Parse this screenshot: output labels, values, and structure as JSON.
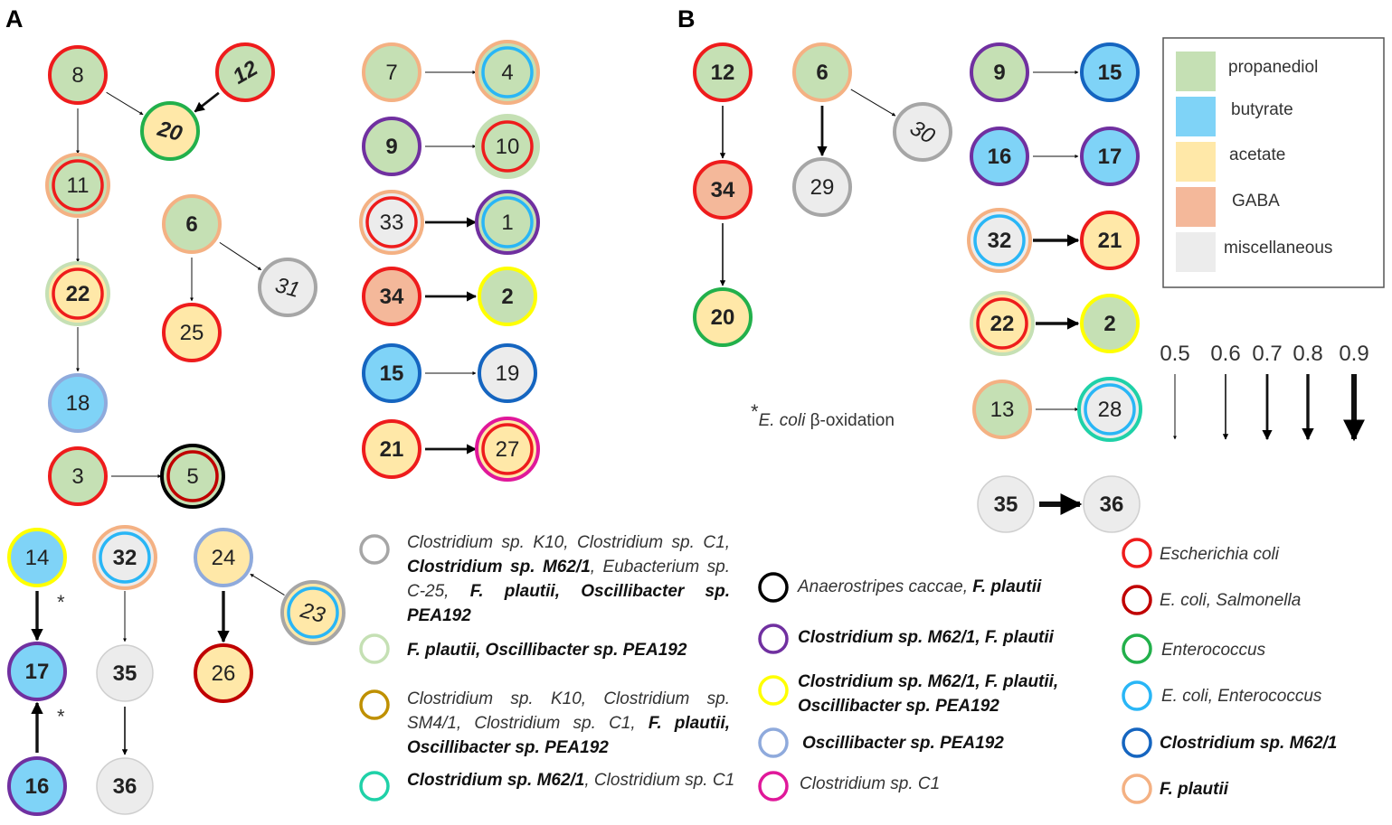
{
  "panels": [
    {
      "label": "A"
    },
    {
      "label": "B"
    }
  ],
  "colors": {
    "propanediol": "#c5e0b4",
    "butyrate": "#7fd3f7",
    "acetate": "#ffe8a8",
    "gaba": "#f4b89a",
    "misc": "#ececec",
    "ring_ecoli": "#ee1c1c",
    "ring_ecoli_salmonella": "#c00000",
    "ring_enterococcus": "#22b04b",
    "ring_ecoli_enterococcus": "#29b6f6",
    "ring_m62": "#1565c0",
    "ring_fplautii": "#f4b183",
    "ring_anaerostipes": "#000000",
    "ring_m62_fplautii": "#7030a0",
    "ring_m62_fplautii_pea": "#ffff00",
    "ring_pea": "#8faadc",
    "ring_c1": "#e0189a",
    "ring_k10_c1_m62": "#a6a6a6",
    "ring_fplautii_pea": "#c5e0b4",
    "ring_k10_sm4": "#bf9000",
    "ring_m62_c1": "#1fd1a8"
  },
  "legend_box": {
    "items": [
      {
        "label": "propanediol",
        "color": "#c5e0b4"
      },
      {
        "label": "butyrate",
        "color": "#7fd3f7"
      },
      {
        "label": "acetate",
        "color": "#ffe8a8"
      },
      {
        "label": "GABA",
        "color": "#f4b89a"
      },
      {
        "label": "miscellaneous",
        "color": "#ececec"
      }
    ]
  },
  "edge_weights": [
    {
      "label": "0.5",
      "value": 0.5
    },
    {
      "label": "0.6",
      "value": 0.6
    },
    {
      "label": "0.7",
      "value": 0.7
    },
    {
      "label": "0.8",
      "value": 0.8
    },
    {
      "label": "0.9",
      "value": 0.9
    }
  ],
  "footnote": {
    "star": "*",
    "species": "E. coli",
    "rest": " β-oxidation"
  },
  "nodes": [
    {
      "id": "a8",
      "label": "8",
      "fill": "propanediol",
      "rings": [
        "ring_ecoli"
      ]
    },
    {
      "id": "a12",
      "label": "12",
      "fill": "propanediol",
      "rings": [
        "ring_ecoli"
      ],
      "bold": true,
      "italic": true,
      "rotate": -30
    },
    {
      "id": "a20",
      "label": "20",
      "fill": "acetate",
      "rings": [
        "ring_enterococcus"
      ],
      "bold": true,
      "italic": true,
      "rotate": 15
    },
    {
      "id": "a11",
      "label": "11",
      "fill": "propanediol",
      "rings": [
        "ring_ecoli",
        "ring_fplautii"
      ]
    },
    {
      "id": "a22",
      "label": "22",
      "fill": "acetate",
      "rings": [
        "ring_ecoli",
        "ring_fplautii_pea"
      ],
      "bold": true
    },
    {
      "id": "a18",
      "label": "18",
      "fill": "butyrate",
      "rings": [
        "ring_pea"
      ]
    },
    {
      "id": "a3",
      "label": "3",
      "fill": "propanediol",
      "rings": [
        "ring_ecoli"
      ]
    },
    {
      "id": "a5",
      "label": "5",
      "fill": "propanediol",
      "rings": [
        "ring_ecoli_salmonella",
        "ring_anaerostipes"
      ]
    },
    {
      "id": "a6",
      "label": "6",
      "fill": "propanediol",
      "rings": [
        "ring_fplautii"
      ],
      "bold": true
    },
    {
      "id": "a31",
      "label": "31",
      "fill": "misc",
      "rings": [
        "ring_k10_c1_m62"
      ],
      "italic": true,
      "rotate": 15
    },
    {
      "id": "a25",
      "label": "25",
      "fill": "acetate",
      "rings": [
        "ring_ecoli"
      ]
    },
    {
      "id": "a7",
      "label": "7",
      "fill": "propanediol",
      "rings": [
        "ring_fplautii"
      ]
    },
    {
      "id": "a4",
      "label": "4",
      "fill": "propanediol",
      "rings": [
        "ring_ecoli_enterococcus",
        "ring_fplautii"
      ]
    },
    {
      "id": "a9",
      "label": "9",
      "fill": "propanediol",
      "rings": [
        "ring_m62_fplautii"
      ],
      "bold": true
    },
    {
      "id": "a10",
      "label": "10",
      "fill": "propanediol",
      "rings": [
        "ring_ecoli",
        "ring_fplautii_pea"
      ]
    },
    {
      "id": "a33",
      "label": "33",
      "fill": "misc",
      "rings": [
        "ring_ecoli",
        "ring_fplautii"
      ]
    },
    {
      "id": "a1",
      "label": "1",
      "fill": "propanediol",
      "rings": [
        "ring_ecoli_enterococcus",
        "ring_m62_fplautii"
      ]
    },
    {
      "id": "a34",
      "label": "34",
      "fill": "gaba",
      "rings": [
        "ring_ecoli"
      ],
      "bold": true
    },
    {
      "id": "a2",
      "label": "2",
      "fill": "propanediol",
      "rings": [
        "ring_m62_fplautii_pea"
      ],
      "bold": true
    },
    {
      "id": "a15",
      "label": "15",
      "fill": "butyrate",
      "rings": [
        "ring_m62"
      ],
      "bold": true
    },
    {
      "id": "a19",
      "label": "19",
      "fill": "misc",
      "rings": [
        "ring_m62"
      ]
    },
    {
      "id": "a21",
      "label": "21",
      "fill": "acetate",
      "rings": [
        "ring_ecoli"
      ],
      "bold": true
    },
    {
      "id": "a27",
      "label": "27",
      "fill": "acetate",
      "rings": [
        "ring_ecoli",
        "ring_c1"
      ]
    },
    {
      "id": "a14",
      "label": "14",
      "fill": "butyrate",
      "rings": [
        "ring_m62_fplautii_pea"
      ]
    },
    {
      "id": "a17",
      "label": "17",
      "fill": "butyrate",
      "rings": [
        "ring_m62_fplautii"
      ],
      "bold": true
    },
    {
      "id": "a16",
      "label": "16",
      "fill": "butyrate",
      "rings": [
        "ring_m62_fplautii"
      ],
      "bold": true
    },
    {
      "id": "a32",
      "label": "32",
      "fill": "misc",
      "rings": [
        "ring_ecoli_enterococcus",
        "ring_fplautii"
      ],
      "bold": true
    },
    {
      "id": "a35",
      "label": "35",
      "fill": "misc",
      "rings": [],
      "bold": true
    },
    {
      "id": "a36",
      "label": "36",
      "fill": "misc",
      "rings": [],
      "bold": true
    },
    {
      "id": "a24",
      "label": "24",
      "fill": "acetate",
      "rings": [
        "ring_pea"
      ]
    },
    {
      "id": "a23",
      "label": "23",
      "fill": "acetate",
      "rings": [
        "ring_ecoli_enterococcus",
        "ring_k10_c1_m62"
      ],
      "italic": true,
      "rotate": 15
    },
    {
      "id": "a26",
      "label": "26",
      "fill": "acetate",
      "rings": [
        "ring_ecoli_salmonella"
      ]
    },
    {
      "id": "b12",
      "label": "12",
      "fill": "propanediol",
      "rings": [
        "ring_ecoli"
      ],
      "bold": true
    },
    {
      "id": "b34",
      "label": "34",
      "fill": "gaba",
      "rings": [
        "ring_ecoli"
      ],
      "bold": true
    },
    {
      "id": "b20",
      "label": "20",
      "fill": "acetate",
      "rings": [
        "ring_enterococcus"
      ],
      "bold": true
    },
    {
      "id": "b6",
      "label": "6",
      "fill": "propanediol",
      "rings": [
        "ring_fplautii"
      ],
      "bold": true
    },
    {
      "id": "b30",
      "label": "30",
      "fill": "misc",
      "rings": [
        "ring_k10_c1_m62"
      ],
      "italic": true,
      "rotate": 30
    },
    {
      "id": "b29",
      "label": "29",
      "fill": "misc",
      "rings": [
        "ring_k10_c1_m62"
      ]
    },
    {
      "id": "b9",
      "label": "9",
      "fill": "propanediol",
      "rings": [
        "ring_m62_fplautii"
      ],
      "bold": true
    },
    {
      "id": "b15",
      "label": "15",
      "fill": "butyrate",
      "rings": [
        "ring_m62"
      ],
      "bold": true
    },
    {
      "id": "b16",
      "label": "16",
      "fill": "butyrate",
      "rings": [
        "ring_m62_fplautii"
      ],
      "bold": true
    },
    {
      "id": "b17",
      "label": "17",
      "fill": "butyrate",
      "rings": [
        "ring_m62_fplautii"
      ],
      "bold": true
    },
    {
      "id": "b32",
      "label": "32",
      "fill": "misc",
      "rings": [
        "ring_ecoli_enterococcus",
        "ring_fplautii"
      ],
      "bold": true
    },
    {
      "id": "b21",
      "label": "21",
      "fill": "acetate",
      "rings": [
        "ring_ecoli"
      ],
      "bold": true
    },
    {
      "id": "b22",
      "label": "22",
      "fill": "acetate",
      "rings": [
        "ring_ecoli",
        "ring_fplautii_pea"
      ],
      "bold": true
    },
    {
      "id": "b2",
      "label": "2",
      "fill": "propanediol",
      "rings": [
        "ring_m62_fplautii_pea"
      ],
      "bold": true
    },
    {
      "id": "b13",
      "label": "13",
      "fill": "propanediol",
      "rings": [
        "ring_fplautii"
      ]
    },
    {
      "id": "b28",
      "label": "28",
      "fill": "misc",
      "rings": [
        "ring_ecoli_enterococcus",
        "ring_m62_c1"
      ]
    },
    {
      "id": "b35",
      "label": "35",
      "fill": "misc",
      "rings": [],
      "bold": true
    },
    {
      "id": "b36",
      "label": "36",
      "fill": "misc",
      "rings": [],
      "bold": true
    }
  ],
  "edges": [
    {
      "from": "a8",
      "to": "a20",
      "w": 0.5
    },
    {
      "from": "a12",
      "to": "a20",
      "w": 0.7
    },
    {
      "from": "a8",
      "to": "a11",
      "w": 0.5
    },
    {
      "from": "a11",
      "to": "a22",
      "w": 0.5
    },
    {
      "from": "a22",
      "to": "a18",
      "w": 0.5
    },
    {
      "from": "a3",
      "to": "a5",
      "w": 0.5
    },
    {
      "from": "a6",
      "to": "a31",
      "w": 0.5
    },
    {
      "from": "a6",
      "to": "a25",
      "w": 0.5
    },
    {
      "from": "a7",
      "to": "a4",
      "w": 0.5
    },
    {
      "from": "a9",
      "to": "a10",
      "w": 0.5
    },
    {
      "from": "a33",
      "to": "a1",
      "w": 0.7
    },
    {
      "from": "a34",
      "to": "a2",
      "w": 0.7
    },
    {
      "from": "a15",
      "to": "a19",
      "w": 0.5
    },
    {
      "from": "a21",
      "to": "a27",
      "w": 0.7
    },
    {
      "from": "a14",
      "to": "a17",
      "w": 0.8,
      "star": true
    },
    {
      "from": "a16",
      "to": "a17",
      "w": 0.8,
      "star": true
    },
    {
      "from": "a32",
      "to": "a35",
      "w": 0.5
    },
    {
      "from": "a35",
      "to": "a36",
      "w": 0.6
    },
    {
      "from": "a23",
      "to": "a24",
      "w": 0.5
    },
    {
      "from": "a24",
      "to": "a26",
      "w": 0.8
    },
    {
      "from": "b12",
      "to": "b34",
      "w": 0.6
    },
    {
      "from": "b34",
      "to": "b20",
      "w": 0.6
    },
    {
      "from": "b6",
      "to": "b29",
      "w": 0.7
    },
    {
      "from": "b6",
      "to": "b30",
      "w": 0.5
    },
    {
      "from": "b9",
      "to": "b15",
      "w": 0.5
    },
    {
      "from": "b16",
      "to": "b17",
      "w": 0.5
    },
    {
      "from": "b32",
      "to": "b21",
      "w": 0.8
    },
    {
      "from": "b22",
      "to": "b2",
      "w": 0.8
    },
    {
      "from": "b13",
      "to": "b28",
      "w": 0.5
    },
    {
      "from": "b35",
      "to": "b36",
      "w": 0.9
    }
  ],
  "ring_legend": [
    {
      "color": "ring_k10_c1_m62",
      "parts": [
        [
          "Clostridium sp. K10, Clostridium sp. C1, ",
          0
        ],
        [
          "Clostridium sp. M62/1",
          1
        ],
        [
          ", Eubacterium sp. C-25, ",
          0
        ],
        [
          "F. plautii, Oscillibacter sp. PEA192",
          1
        ]
      ]
    },
    {
      "color": "ring_fplautii_pea",
      "parts": [
        [
          "F. plautii, Oscillibacter sp. PEA192",
          1
        ]
      ]
    },
    {
      "color": "ring_k10_sm4",
      "parts": [
        [
          "Clostridium sp. K10, Clostridium sp. SM4/1, Clostridium sp. C1, ",
          0
        ],
        [
          "F. plautii, Oscillibacter sp. PEA192",
          1
        ]
      ]
    },
    {
      "color": "ring_m62_c1",
      "parts": [
        [
          "Clostridium sp. M62/1",
          1
        ],
        [
          ", Clostridium sp. C1",
          0
        ]
      ]
    },
    {
      "color": "ring_anaerostipes",
      "parts": [
        [
          "Anaerostripes caccae, ",
          0
        ],
        [
          "F. plautii",
          1
        ]
      ]
    },
    {
      "color": "ring_m62_fplautii",
      "parts": [
        [
          "Clostridium sp. M62/1, F. plautii",
          1
        ]
      ]
    },
    {
      "color": "ring_m62_fplautii_pea",
      "parts": [
        [
          "Clostridium sp. M62/1, F. plautii, Oscillibacter sp. PEA192",
          1
        ]
      ]
    },
    {
      "color": "ring_pea",
      "parts": [
        [
          "Oscillibacter sp. PEA192",
          1
        ]
      ]
    },
    {
      "color": "ring_c1",
      "parts": [
        [
          "Clostridium sp. C1",
          0
        ]
      ]
    },
    {
      "color": "ring_ecoli",
      "parts": [
        [
          "Escherichia coli",
          0
        ]
      ]
    },
    {
      "color": "ring_ecoli_salmonella",
      "parts": [
        [
          "E. coli, Salmonella",
          0
        ]
      ]
    },
    {
      "color": "ring_enterococcus",
      "parts": [
        [
          "Enterococcus",
          0
        ]
      ]
    },
    {
      "color": "ring_ecoli_enterococcus",
      "parts": [
        [
          "E. coli, Enterococcus",
          0
        ]
      ]
    },
    {
      "color": "ring_m62",
      "parts": [
        [
          "Clostridium sp. M62/1",
          1
        ]
      ]
    },
    {
      "color": "ring_fplautii",
      "parts": [
        [
          "F. plautii",
          1
        ]
      ]
    }
  ]
}
